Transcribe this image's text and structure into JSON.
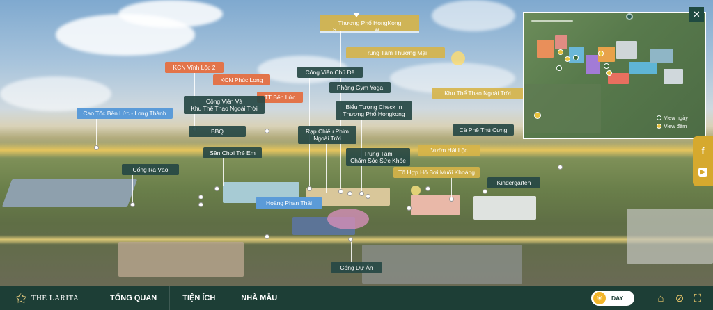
{
  "compass": {
    "title": "Thương Phố HongKong",
    "left_letter": "S",
    "right_letter": "W"
  },
  "labels": {
    "kcn_vinh_loc_2": "KCN Vĩnh Lộc 2",
    "kcn_phuc_long": "KCN Phúc Long",
    "tt_ben_luc": "TT Bến Lức",
    "cao_toc": "Cao Tốc Bến Lức - Long Thành",
    "cong_vien_the_thao": "Công Viên Và\nKhu Thể Thao Ngoài Trời",
    "bbq": "BBQ",
    "san_choi": "Sân Chơi Trẻ Em",
    "cong_ra_vao": "Cổng Ra Vào",
    "cong_vien_chu_de": "Công Viên Chủ Đề",
    "trung_tam_thuong_mai": "Trung Tâm Thương Mại",
    "phong_gym": "Phòng Gym Yoga",
    "bieu_tuong": "Biểu Tượng Check In\nThương Phố Hongkong",
    "rap_chieu_phim": "Rạp Chiếu Phim\nNgoài Trời",
    "trung_tam_suc_khoe": "Trung Tâm\nChăm Sóc Sức Khỏe",
    "vuon_hai_loc": "Vườn Hái Lộc",
    "to_hop_ho_boi": "Tổ Hợp Hồ Bơi Muối Khoáng",
    "khu_the_thao": "Khu Thể Thao Ngoài Trời",
    "ca_phe": "Cà Phê Thú Cưng",
    "kindergarten": "Kindergarten",
    "hoang_phan_thai": "Hoàng Phan Thái",
    "cong_du_an": "Cổng Dự Án"
  },
  "minimap": {
    "legend_day": "View ngày",
    "legend_night": "View đêm",
    "close_icon": "close-icon"
  },
  "colors": {
    "brand": "#1d3e36",
    "gold": "#d6b448",
    "orange": "#e2744a",
    "blue": "#5b9bd8"
  },
  "social": {
    "facebook": "f",
    "youtube": "▶"
  },
  "nav": {
    "logo_text": "THE LARITA",
    "items": [
      "TỔNG QUAN",
      "TIỆN ÍCH",
      "NHÀ MẪU"
    ],
    "toggle_label": "DAY"
  }
}
